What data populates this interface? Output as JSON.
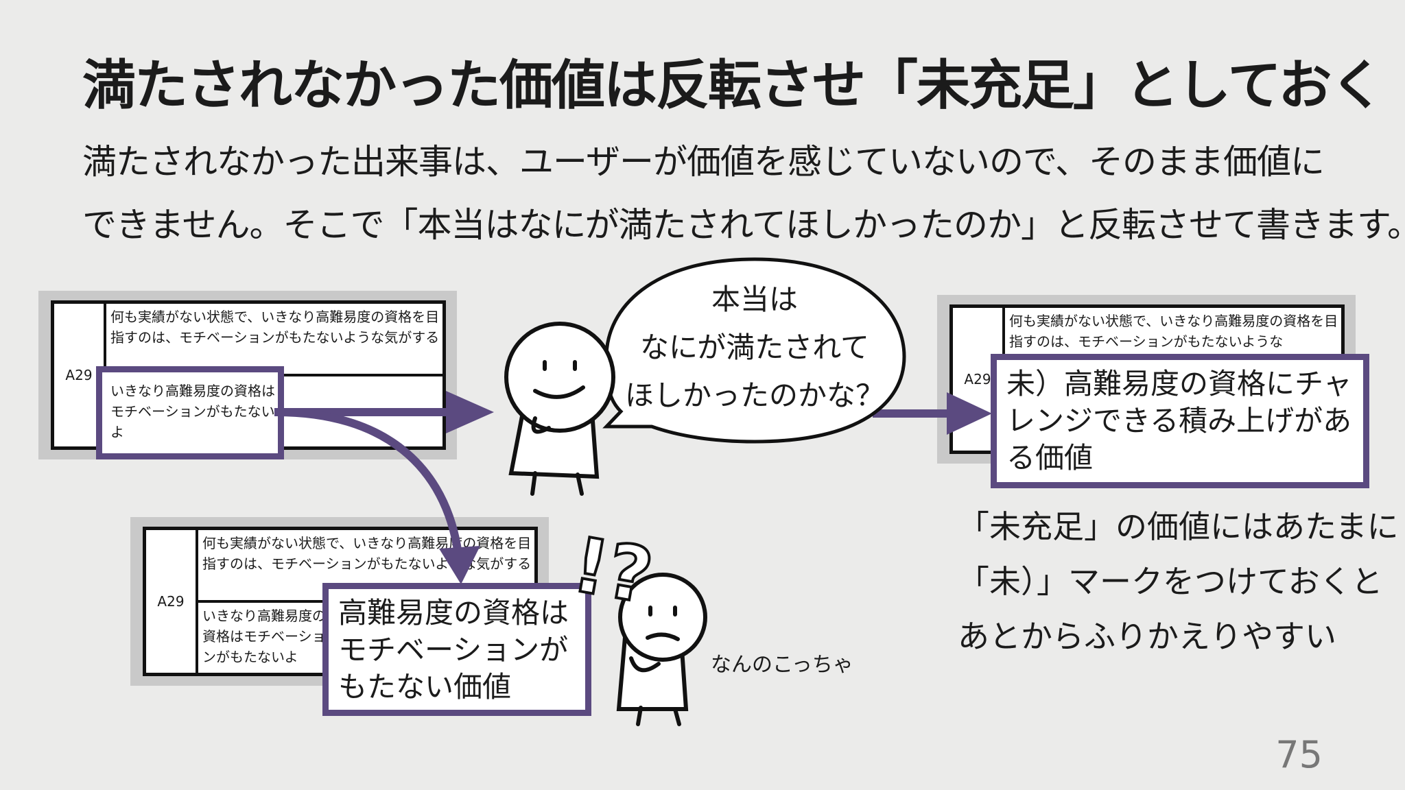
{
  "slide": {
    "title": "満たされなかった価値は反転させ「未充足」としておく",
    "body_lines": [
      "満たされなかった出来事は、ユーザーが価値を感じていないので、そのまま価値に",
      "できません。そこで「本当はなにが満たされてほしかったのか」と反転させて書きます。"
    ],
    "page_number": "75"
  },
  "card_left": {
    "id": "A29",
    "row1": "何も実績がない状態で、いきなり高難易度の資格を目指すのは、モチベーションがもたないような気がする",
    "row2": "いきなり高難易度の資格はモチベーションがもたないよ"
  },
  "card_bottom": {
    "id": "A29",
    "row1": "何も実績がない状態で、いきなり高難易度の資格を目指すのは、モチベーションがもたないような気がする",
    "row2": "いきなり高難易度の資格はモチベーションがもたないよ",
    "overlay": "高難易度の資格はモチベーションがもたない価値"
  },
  "card_right": {
    "id": "A29",
    "row1": "何も実績がない状態で、いきなり高難易度の資格を目指すのは、モチベーションがもたないような",
    "overlay": "未）高難易度の資格にチャレンジできる積み上げがある価値"
  },
  "speech_bubble": {
    "lines": [
      "本当は",
      "なにが満たされて",
      "ほしかったのかな？"
    ]
  },
  "caption_confused": "なんのこっちゃ",
  "exclamation": "!?",
  "note": {
    "lines": [
      "「未充足」の価値にはあたまに",
      "「未）」マークをつけておくと",
      "あとからふりかえりやすい"
    ]
  },
  "colors": {
    "accent_purple": "#5b4a80",
    "background": "#ebebea",
    "card_shadow": "#c9c9c9"
  }
}
